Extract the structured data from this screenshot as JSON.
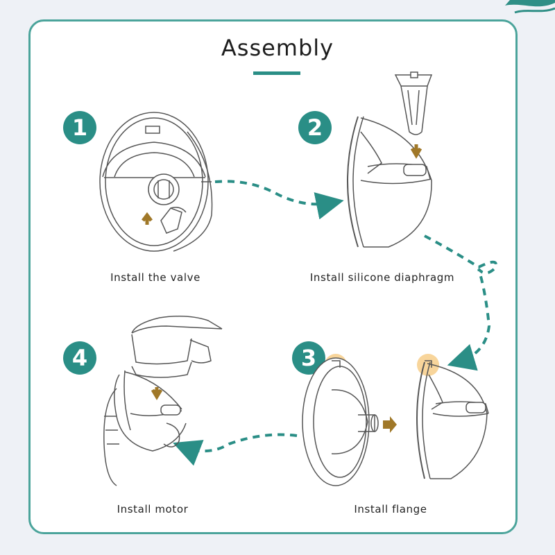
{
  "title": "Assembly",
  "steps": [
    {
      "number": "1",
      "label": "Install the valve"
    },
    {
      "number": "2",
      "label": "Install silicone diaphragm"
    },
    {
      "number": "3",
      "label": "Install flange"
    },
    {
      "number": "4",
      "label": "Install motor"
    }
  ],
  "colors": {
    "accent": "#2a8e86",
    "frame": "#4ba49b",
    "arrow": "#a07828",
    "highlight": "#f5c77a",
    "line": "#555555"
  },
  "icons": [
    "valve-step-illustration",
    "diaphragm-step-illustration",
    "flange-step-illustration",
    "motor-step-illustration",
    "dashed-flow-arrow",
    "insert-arrow"
  ]
}
